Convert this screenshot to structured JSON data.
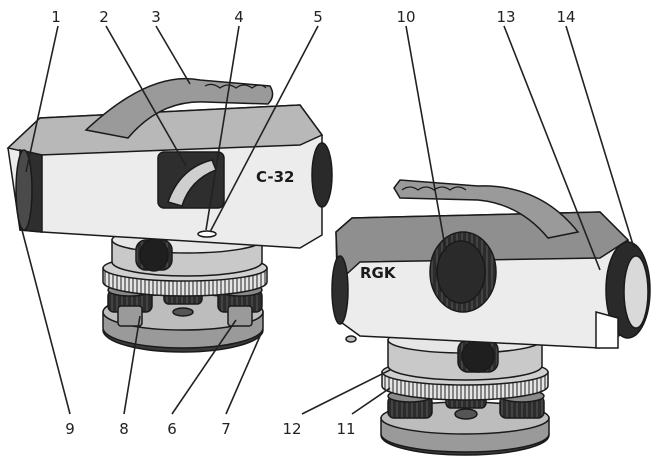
{
  "model_label_left": "C-32",
  "brand_label_right": "RGK",
  "callouts": {
    "c1": "1",
    "c2": "2",
    "c3": "3",
    "c4": "4",
    "c5": "5",
    "c6": "6",
    "c7": "7",
    "c8": "8",
    "c9": "9",
    "c10": "10",
    "c11": "11",
    "c12": "12",
    "c13": "13",
    "c14": "14"
  },
  "colors": {
    "body_light": "#e9e9e9",
    "body_mid": "#bdbdbd",
    "body_gray": "#8a8a8a",
    "body_dark": "#3a3a3a",
    "outline": "#1a1a1a"
  }
}
